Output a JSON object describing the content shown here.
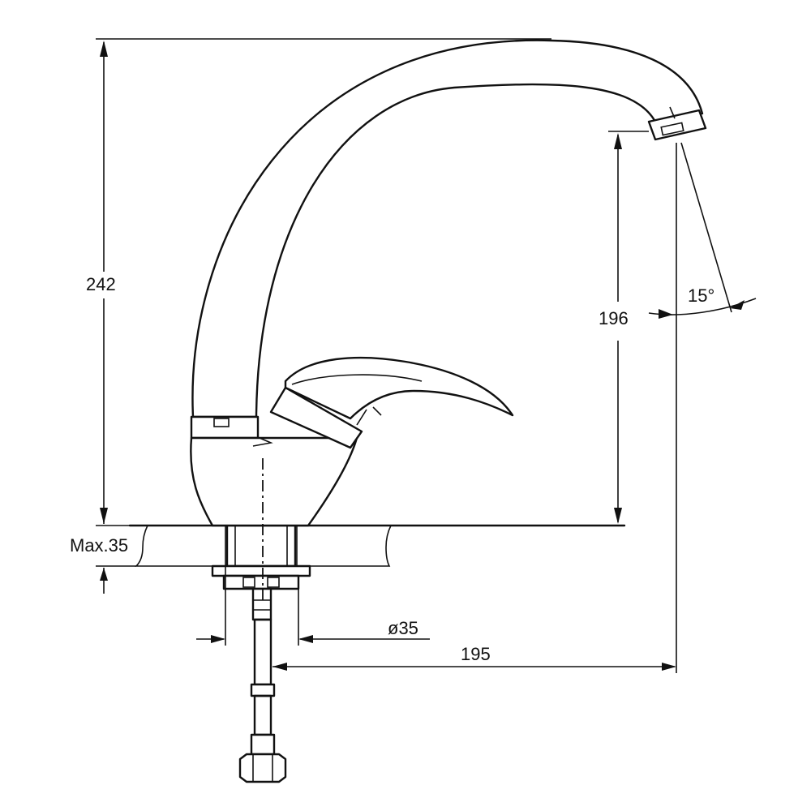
{
  "dimensions": {
    "overall_height": "242",
    "spout_height": "196",
    "spout_reach": "195",
    "spout_angle": "15°",
    "base_diameter": "ø35",
    "max_counter_thickness": "Max.35"
  },
  "colors": {
    "line": "#111111",
    "background": "#ffffff"
  }
}
